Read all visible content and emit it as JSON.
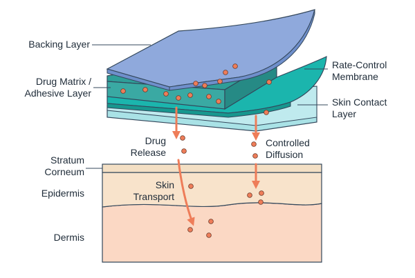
{
  "labels": {
    "backing_layer": "Backing Layer",
    "drug_matrix": [
      "Drug Matrix /",
      "Adhesive Layer"
    ],
    "rate_control": [
      "Rate-Control",
      "Membrane"
    ],
    "skin_contact": [
      "Skin Contact",
      "Layer"
    ],
    "drug_release": [
      "Drug",
      "Release"
    ],
    "controlled_diffusion": [
      "Controlled",
      "Diffusion"
    ],
    "stratum_corneum": [
      "Stratum",
      "Corneum"
    ],
    "epidermis": "Epidermis",
    "skin_transport": [
      "Skin",
      "Transport"
    ],
    "dermis": "Dermis"
  },
  "colors": {
    "backing_top": "#8fa9dc",
    "backing_side": "#6f8fcb",
    "matrix_top": "#2f9e98",
    "matrix_front": "#3aa9a3",
    "membrane": "#1bb5ad",
    "skin_contact": "#a9e2e6",
    "drug_particle": "#ee7d59",
    "arrow": "#ee7d59",
    "stratum_corneum": "#f3dfc4",
    "epidermis": "#f8e3cb",
    "dermis": "#fbd8c4",
    "outline": "#33475b"
  }
}
